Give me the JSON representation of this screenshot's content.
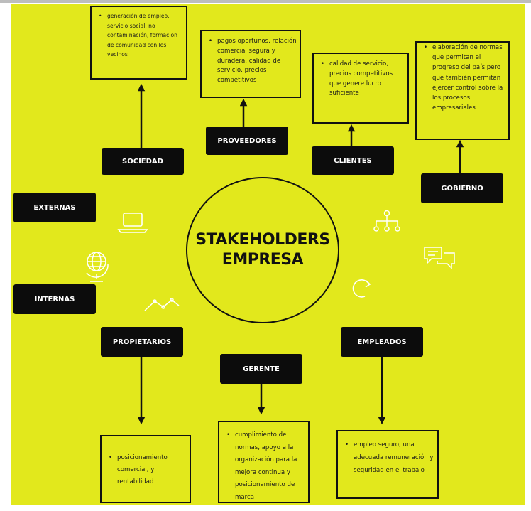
{
  "diagram": {
    "title_line1": "STAKEHOLDERS",
    "title_line2": "EMPRESA",
    "labels": {
      "sociedad": "SOCIEDAD",
      "proveedores": "PROVEEDORES",
      "clientes": "CLIENTES",
      "gobierno": "GOBIERNO",
      "externas": "EXTERNAS",
      "internas": "INTERNAS",
      "propietarios": "PROPIETARIOS",
      "gerente": "GERENTE",
      "empleados": "EMPLEADOS"
    },
    "boxes": {
      "sociedad": "generación de empleo, servicio social, no contaminación, formación de comunidad con los vecinos",
      "proveedores": "pagos oportunos, relación comercial segura y duradera, calidad de servicio, precios competitivos",
      "clientes": "calidad de servicio, precios competitivos que genere lucro suficiente",
      "gobierno": "elaboración de normas que permitan el progreso del país pero que también permitan ejercer control sobre la los procesos empresariales",
      "propietarios": "posicionamiento comercial, y rentabilidad",
      "gerente": "cumplimiento de normas, apoyo a la organización para la mejora continua y posicionamiento de marca",
      "empleados": "empleo seguro, una adecuada remuneración y seguridad en el trabajo"
    },
    "icons": [
      "laptop-icon",
      "globe-icon",
      "line-graph-icon",
      "org-chart-icon",
      "chat-icon",
      "refresh-icon"
    ],
    "colors": {
      "background": "#e2e81c",
      "label_bg": "#0c0c0c",
      "label_text": "#ffffff",
      "line": "#111111",
      "icon": "#ffffff"
    }
  }
}
